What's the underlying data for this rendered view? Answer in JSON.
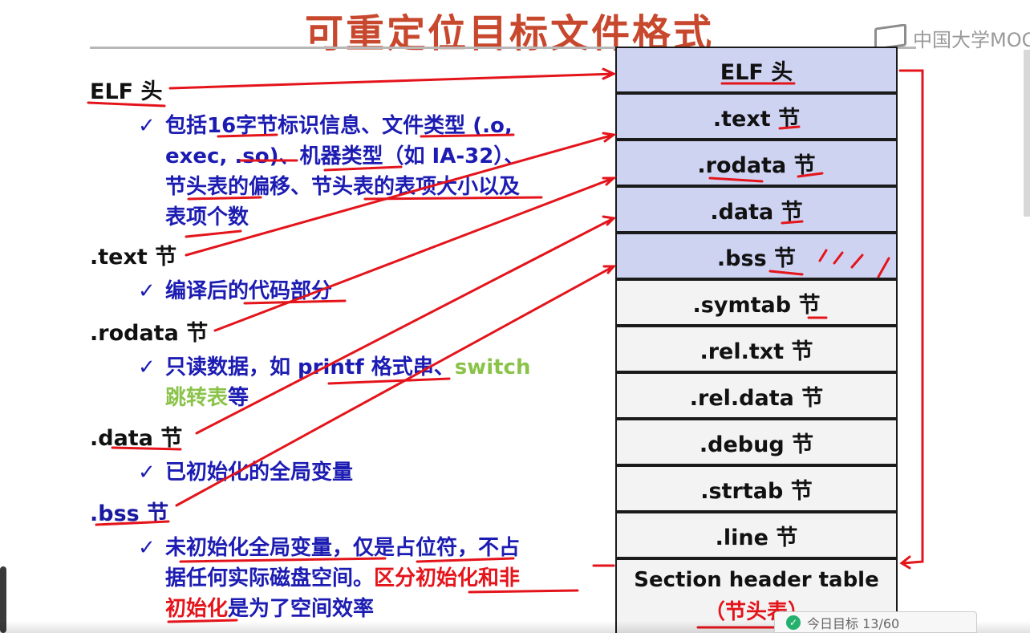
{
  "slide": {
    "title": "可重定位目标文件格式",
    "watermark": "中国大学MOOC"
  },
  "left": {
    "sections": [
      {
        "heading": "ELF 头",
        "bullet_lines": [
          "包括16字节标识信息、文件类型 (.o,",
          "exec, .so)、机器类型（如 IA-32）、",
          "节头表的偏移、节头表的表项大小以及",
          "表项个数"
        ]
      },
      {
        "heading": ".text 节",
        "bullet_lines": [
          "编译后的代码部分"
        ]
      },
      {
        "heading": ".rodata 节",
        "bullet_lines": [
          "只读数据，如 printf 格式串、"
        ],
        "green_1": "switch",
        "green_2": "跳转表",
        "tail": "等"
      },
      {
        "heading": ".data 节",
        "bullet_lines": [
          "已初始化的全局变量"
        ]
      },
      {
        "heading": ".bss 节",
        "bullet_lines": [
          "未初始化全局变量，仅是占位符，不占",
          "据任何实际磁盘空间。"
        ],
        "red_1": "区分初始化和非",
        "red_2": "初始化",
        "tail_2": "是为了空间效率"
      }
    ]
  },
  "stack": {
    "cells": [
      {
        "label": "ELF 头"
      },
      {
        "label": ".text 节"
      },
      {
        "label": ".rodata 节"
      },
      {
        "label": ".data 节"
      },
      {
        "label": ".bss 节"
      },
      {
        "label": ".symtab 节"
      },
      {
        "label": ".rel.txt 节"
      },
      {
        "label": ".rel.data 节"
      },
      {
        "label": ".debug 节"
      },
      {
        "label": ".strtab 节"
      },
      {
        "label": ".line 节"
      }
    ],
    "last_label": "Section header table",
    "last_sub": "（节头表）"
  },
  "overlay": {
    "toast_text": "今日目标 13/60",
    "toast_icon": "check-circle-icon"
  },
  "colors": {
    "title": "#c8482e",
    "bullet": "#1c1cb3",
    "highlight_green": "#8bc34a",
    "annotation_red": "#e4141b",
    "cell_blue": "#cfd3f2"
  }
}
